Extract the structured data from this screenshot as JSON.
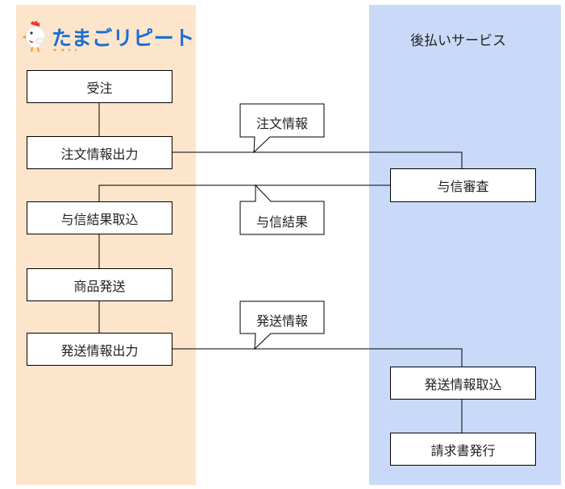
{
  "logo": {
    "text": "たまごリピート",
    "sub": ""
  },
  "service_lane": {
    "title": "後払いサービス"
  },
  "left_boxes": {
    "order": "受注",
    "export_order": "注文情報出力",
    "import_credit": "与信結果取込",
    "ship": "商品発送",
    "export_shipping": "発送情報出力"
  },
  "right_boxes": {
    "credit_check": "与信審査",
    "import_shipping": "発送情報取込",
    "invoice": "請求書発行"
  },
  "callouts": {
    "order_info": "注文情報",
    "credit_result": "与信結果",
    "shipping_info": "発送情報"
  },
  "colors": {
    "left_lane": "#fde5cc",
    "right_lane": "#c9daf8",
    "logo_text": "#1a6fd0"
  }
}
